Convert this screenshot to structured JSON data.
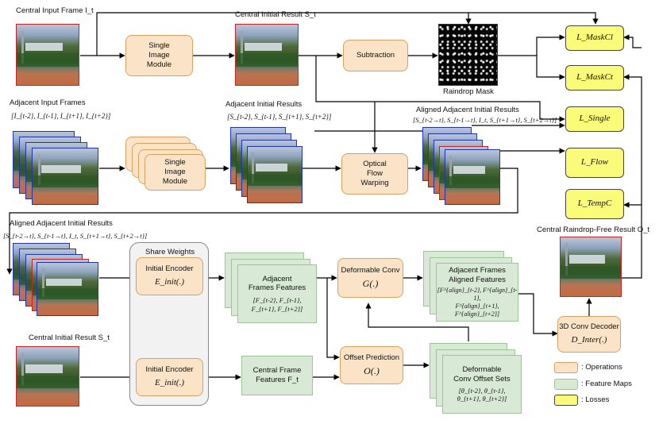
{
  "labels": {
    "central_input_frame": "Central Input Frame I_t",
    "central_initial_result_top": "Central Initial Result S_t",
    "raindrop_mask": "Raindrop Mask",
    "adjacent_input_frames": "Adjacent Input Frames",
    "adjacent_input_frames_math": "[I_{t-2}, I_{t-1}, I_{t+1}, I_{t+2}]",
    "adjacent_initial_results": "Adjacent Initial Results",
    "adjacent_initial_results_math": "[S_{t-2}, S_{t-1}, S_{t+1}, S_{t+2}]",
    "aligned_adjacent_top": "Aligned Adjacent Initial Results",
    "aligned_adjacent_top_math": "[S_{t-2→t}, S_{t-1→t}, I_t, S_{t+1→t}, S_{t+2→t}]",
    "aligned_adjacent_left": "Aligned Adjacent Initial Results",
    "aligned_adjacent_left_math": "[S_{t-2→t}, S_{t-1→t}, I_t, S_{t+1→t}, S_{t+2→t}]",
    "central_initial_result_bottom": "Central Initial Result S_t",
    "share_weights": "Share Weights",
    "central_raindrop_free": "Central Raindrop-Free Result O_t"
  },
  "operations": {
    "single_image_module_top": [
      "Single",
      "Image",
      "Module"
    ],
    "single_image_module_mid": [
      "Single",
      "Image",
      "Module"
    ],
    "subtraction": "Subtraction",
    "optical_flow_warping": [
      "Optical",
      "Flow",
      "Warping"
    ],
    "initial_encoder_top": {
      "title": "Initial Encoder",
      "math": "E_init(.)"
    },
    "initial_encoder_bottom": {
      "title": "Initial Encoder",
      "math": "E_init(.)"
    },
    "deformable_conv": {
      "title": "Deformable Conv",
      "math": "G(.)"
    },
    "offset_prediction": {
      "title": "Offset Prediction",
      "math": "O(.)"
    },
    "decoder_3d": {
      "title": "3D Conv Decoder",
      "math": "D_Inter(.)"
    }
  },
  "feature_maps": {
    "adjacent_frames_features": {
      "title": [
        "Adjacent",
        "Frames Features"
      ],
      "math": [
        "[F_{t-2}, F_{t-1},",
        "F_{t+1}, F_{t+2}]"
      ]
    },
    "central_frame_features": {
      "title": [
        "Central Frame",
        "Features F_t"
      ]
    },
    "aligned_features": {
      "title": [
        "Adjacent Frames",
        "Aligned Features"
      ],
      "math": [
        "[F^{align}_{t-2}, F^{align}_{t-1},",
        "F^{align}_{t+1}, F^{align}_{t+2}]"
      ]
    },
    "offset_sets": {
      "title": [
        "Deformable",
        "Conv Offset Sets"
      ],
      "math": [
        "[θ_{t-2}, θ_{t-1},",
        "θ_{t+1}, θ_{t+2}]"
      ]
    }
  },
  "losses": [
    "L_MaskCl",
    "L_MaskCt",
    "L_Single",
    "L_Flow",
    "L_TempC"
  ],
  "legend": [
    {
      "label": ": Operations",
      "color": "#fbe3c7"
    },
    {
      "label": ": Feature Maps",
      "color": "#d8ead5"
    },
    {
      "label": ": Losses",
      "color": "#fbfb7a"
    }
  ]
}
